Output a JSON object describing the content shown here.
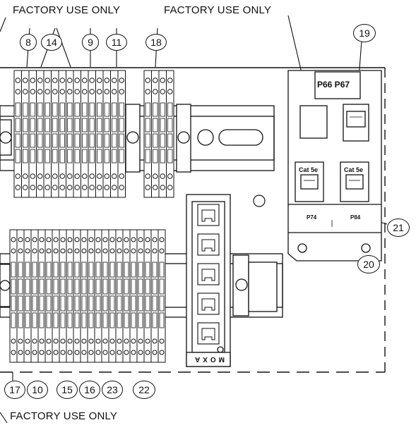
{
  "labels": {
    "factory_use_top_left": "FACTORY USE ONLY",
    "factory_use_top_right": "FACTORY USE ONLY",
    "factory_use_bottom": "FACTORY USE ONLY"
  },
  "callouts": {
    "c8": "8",
    "c14": "14",
    "c9": "9",
    "c11": "11",
    "c18": "18",
    "c19": "19",
    "c20": "20",
    "c21": "21",
    "c17": "17",
    "c10": "10",
    "c15": "15",
    "c16": "16",
    "c23": "23",
    "c22": "22"
  },
  "board_labels": {
    "ports_top": "P66 P67",
    "jack_left": "Cat 5e",
    "jack_right": "Cat 5e",
    "p74": "P74",
    "p84": "P84",
    "brand": "MOXA"
  },
  "colors": {
    "line": "#111111",
    "background": "#ffffff"
  }
}
